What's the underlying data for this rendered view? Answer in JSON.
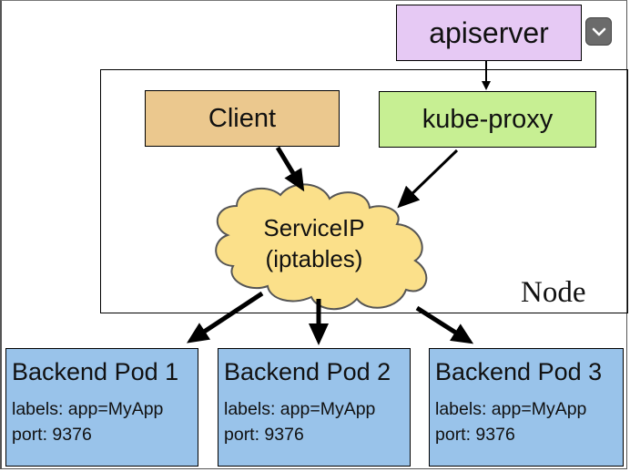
{
  "diagram": {
    "apiserver": "apiserver",
    "client": "Client",
    "kube_proxy": "kube-proxy",
    "service_ip": [
      "ServiceIP",
      "(iptables)"
    ],
    "node": "Node",
    "pods": [
      {
        "title": "Backend Pod 1",
        "labels": "labels: app=MyApp",
        "port": "port: 9376"
      },
      {
        "title": "Backend Pod 2",
        "labels": "labels: app=MyApp",
        "port": "port: 9376"
      },
      {
        "title": "Backend Pod 3",
        "labels": "labels: app=MyApp",
        "port": "port: 9376"
      }
    ],
    "edges": [
      [
        "apiserver",
        "kube-proxy"
      ],
      [
        "Client",
        "ServiceIP"
      ],
      [
        "kube-proxy",
        "ServiceIP"
      ],
      [
        "ServiceIP",
        "Backend Pod 1"
      ],
      [
        "ServiceIP",
        "Backend Pod 2"
      ],
      [
        "ServiceIP",
        "Backend Pod 3"
      ]
    ]
  },
  "colors": {
    "apiserver": "#e6c9f4",
    "client": "#ebc88e",
    "kube_proxy": "#c7ef93",
    "cloud": "#fbe08a",
    "pod": "#99c3ea"
  },
  "icons": {
    "dropdown": "chevron-down-icon"
  }
}
